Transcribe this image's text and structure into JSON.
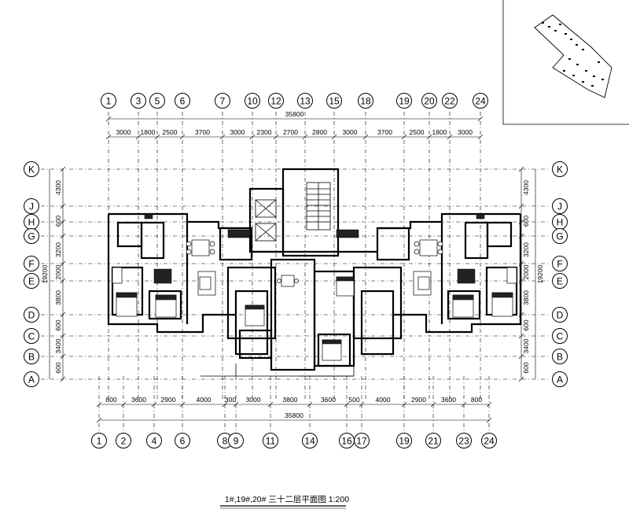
{
  "drawing": {
    "title": "1#,19#,20# 三十二层平面图 1:200"
  },
  "axes_top": {
    "labels": [
      "1",
      "3",
      "5",
      "6",
      "7",
      "10",
      "12",
      "13",
      "15",
      "18",
      "19",
      "20",
      "22",
      "24"
    ],
    "dims": [
      "3000",
      "1800",
      "2500",
      "3700",
      "3000",
      "2300",
      "2700",
      "2800",
      "3000",
      "3700",
      "2500",
      "1800",
      "3000"
    ],
    "total": "35800"
  },
  "axes_bottom": {
    "labels": [
      "1",
      "2",
      "4",
      "6",
      "8",
      "9",
      "11",
      "14",
      "16",
      "17",
      "19",
      "21",
      "23",
      "24"
    ],
    "dims": [
      "800",
      "3600",
      "2900",
      "4000",
      "300",
      "3000",
      "3800",
      "3600",
      "500",
      "4000",
      "2900",
      "3600",
      "800"
    ],
    "total": "35800"
  },
  "axes_rows": {
    "labels": [
      "K",
      "J",
      "H",
      "G",
      "F",
      "E",
      "D",
      "C",
      "B",
      "A"
    ],
    "dims": [
      "4300",
      "600",
      "3200",
      "2000",
      "3800",
      "600",
      "3400",
      "600"
    ],
    "total": "19200"
  },
  "keyplan": {
    "label": "key-plan"
  }
}
